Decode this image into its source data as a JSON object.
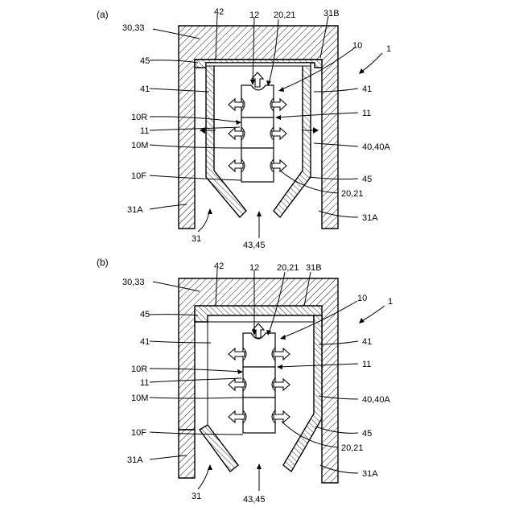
{
  "panel_a": {
    "title": "(a)",
    "labels": {
      "l30_33": "30,33",
      "l42": "42",
      "l12": "12",
      "l20_21_top": "20,21",
      "l31B": "31B",
      "l10": "10",
      "l1": "1",
      "l45_left": "45",
      "l41_left": "41",
      "l41_right": "41",
      "l10R": "10R",
      "l11_left": "11",
      "l11_right": "11",
      "l10M": "10M",
      "l40_40A": "40,40A",
      "l10F": "10F",
      "l45_right": "45",
      "l20_21_bottom": "20,21",
      "l31A_left": "31A",
      "l31A_right": "31A",
      "l31": "31",
      "l43_45": "43,45"
    }
  },
  "panel_b": {
    "title": "(b)",
    "labels": {
      "l30_33": "30,33",
      "l42": "42",
      "l12": "12",
      "l20_21_top": "20,21",
      "l31B": "31B",
      "l10": "10",
      "l1": "1",
      "l45_left": "45",
      "l41_left": "41",
      "l41_right": "41",
      "l10R": "10R",
      "l11_left": "11",
      "l11_right": "11",
      "l10M": "10M",
      "l40_40A": "40,40A",
      "l10F": "10F",
      "l45_right": "45",
      "l20_21_bottom": "20,21",
      "l31A_left": "31A",
      "l31A_right": "31A",
      "l31": "31",
      "l43_45": "43,45"
    }
  }
}
